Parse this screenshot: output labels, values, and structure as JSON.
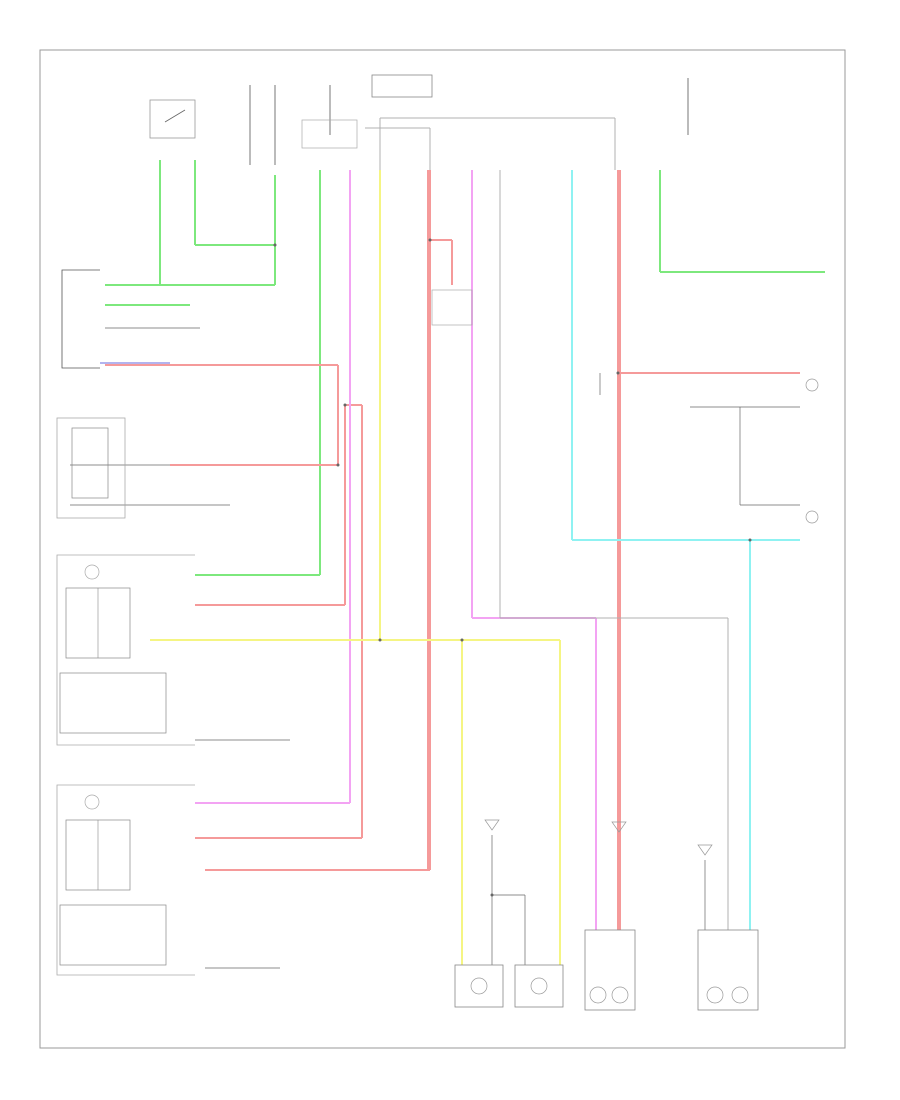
{
  "title": "",
  "footer_code": "",
  "colors": {
    "green": "#7de87d",
    "pink": "#f59a9a",
    "magenta": "#f3a3f3",
    "yellow": "#f5f583",
    "cyan": "#8ff2f2",
    "red": "#f08080",
    "gray": "#9a9a9a",
    "blue": "#9a9ae8"
  },
  "labels": {},
  "components": [
    {
      "id": "stop-light-switch",
      "label": ""
    },
    {
      "id": "headlight-relay-assembly",
      "label": ""
    },
    {
      "id": "license-plate-light",
      "label": ""
    },
    {
      "id": "left-rear-combination-light",
      "label": ""
    },
    {
      "id": "right-rear-combination-light",
      "label": ""
    },
    {
      "id": "left-license-plate-light",
      "label": ""
    },
    {
      "id": "right-license-plate-light",
      "label": ""
    },
    {
      "id": "left-headlight-assembly",
      "label": ""
    },
    {
      "id": "right-headlight-assembly",
      "label": ""
    },
    {
      "id": "left-side-marker",
      "label": ""
    },
    {
      "id": "right-side-marker",
      "label": ""
    }
  ]
}
